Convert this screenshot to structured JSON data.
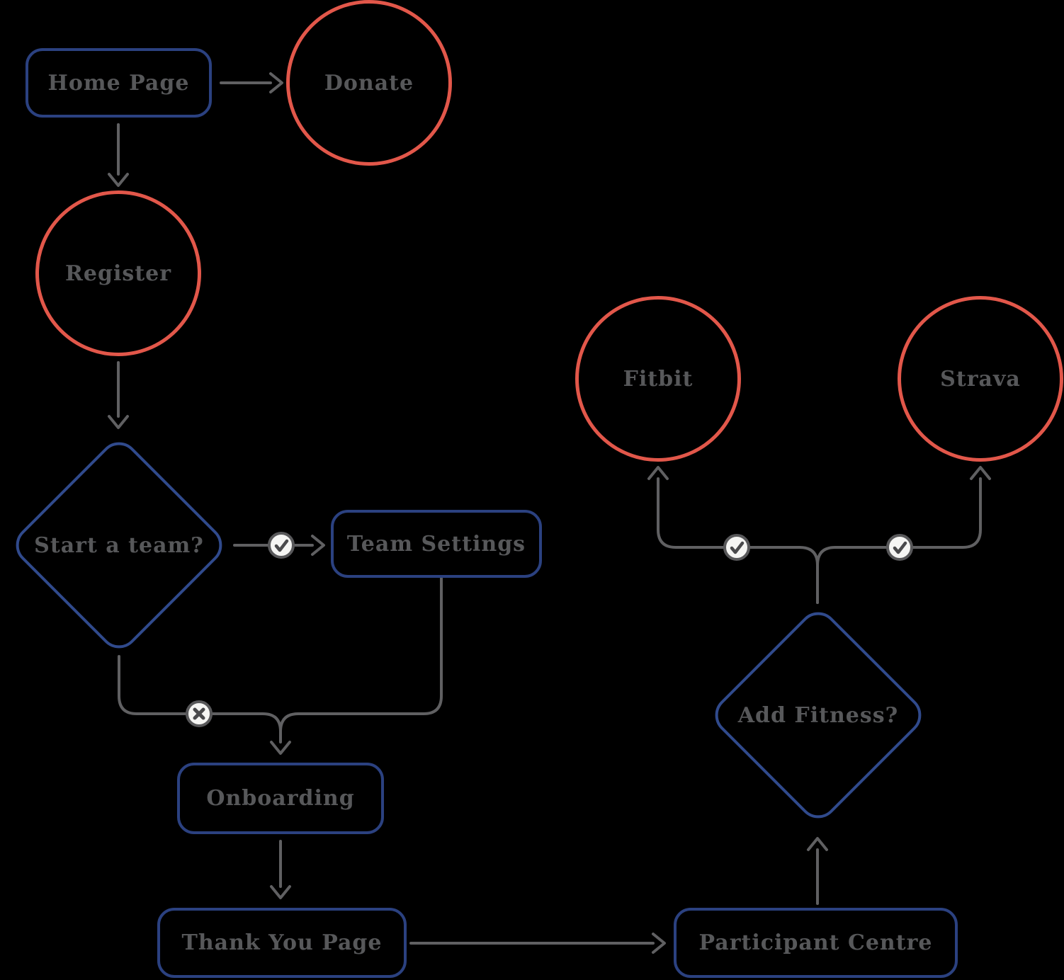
{
  "diagram": {
    "title": "Registration flow diagram",
    "background_color": "#000000",
    "colors": {
      "page_node_border": "#2b4180",
      "decision_node_border": "#304a8c",
      "terminal_node_border": "#e2574a",
      "label_text": "#57585a",
      "connector": "#606062",
      "badge_fill": "#f5f5f3",
      "badge_border": "#58585a",
      "badge_glyph": "#4a4a4c"
    },
    "nodes": {
      "home_page": {
        "label": "Home Page",
        "shape": "rounded-rectangle"
      },
      "donate": {
        "label": "Donate",
        "shape": "circle"
      },
      "register": {
        "label": "Register",
        "shape": "circle"
      },
      "start_a_team": {
        "label": "Start a team?",
        "shape": "diamond"
      },
      "team_settings": {
        "label": "Team Settings",
        "shape": "rounded-rectangle"
      },
      "onboarding": {
        "label": "Onboarding",
        "shape": "rounded-rectangle"
      },
      "thank_you_page": {
        "label": "Thank You Page",
        "shape": "rounded-rectangle"
      },
      "participant_centre": {
        "label": "Participant Centre",
        "shape": "rounded-rectangle"
      },
      "add_fitness": {
        "label": "Add Fitness?",
        "shape": "diamond"
      },
      "fitbit": {
        "label": "Fitbit",
        "shape": "circle"
      },
      "strava": {
        "label": "Strava",
        "shape": "circle"
      }
    },
    "edges": [
      {
        "from": "home_page",
        "to": "donate",
        "badge": "none"
      },
      {
        "from": "home_page",
        "to": "register",
        "badge": "none"
      },
      {
        "from": "register",
        "to": "start_a_team",
        "badge": "none"
      },
      {
        "from": "start_a_team",
        "to": "team_settings",
        "badge": "check"
      },
      {
        "from": "start_a_team",
        "to": "onboarding",
        "badge": "cross"
      },
      {
        "from": "team_settings",
        "to": "onboarding",
        "badge": "none"
      },
      {
        "from": "onboarding",
        "to": "thank_you_page",
        "badge": "none"
      },
      {
        "from": "thank_you_page",
        "to": "participant_centre",
        "badge": "none"
      },
      {
        "from": "participant_centre",
        "to": "add_fitness",
        "badge": "none"
      },
      {
        "from": "add_fitness",
        "to": "fitbit",
        "badge": "check"
      },
      {
        "from": "add_fitness",
        "to": "strava",
        "badge": "check"
      }
    ]
  }
}
